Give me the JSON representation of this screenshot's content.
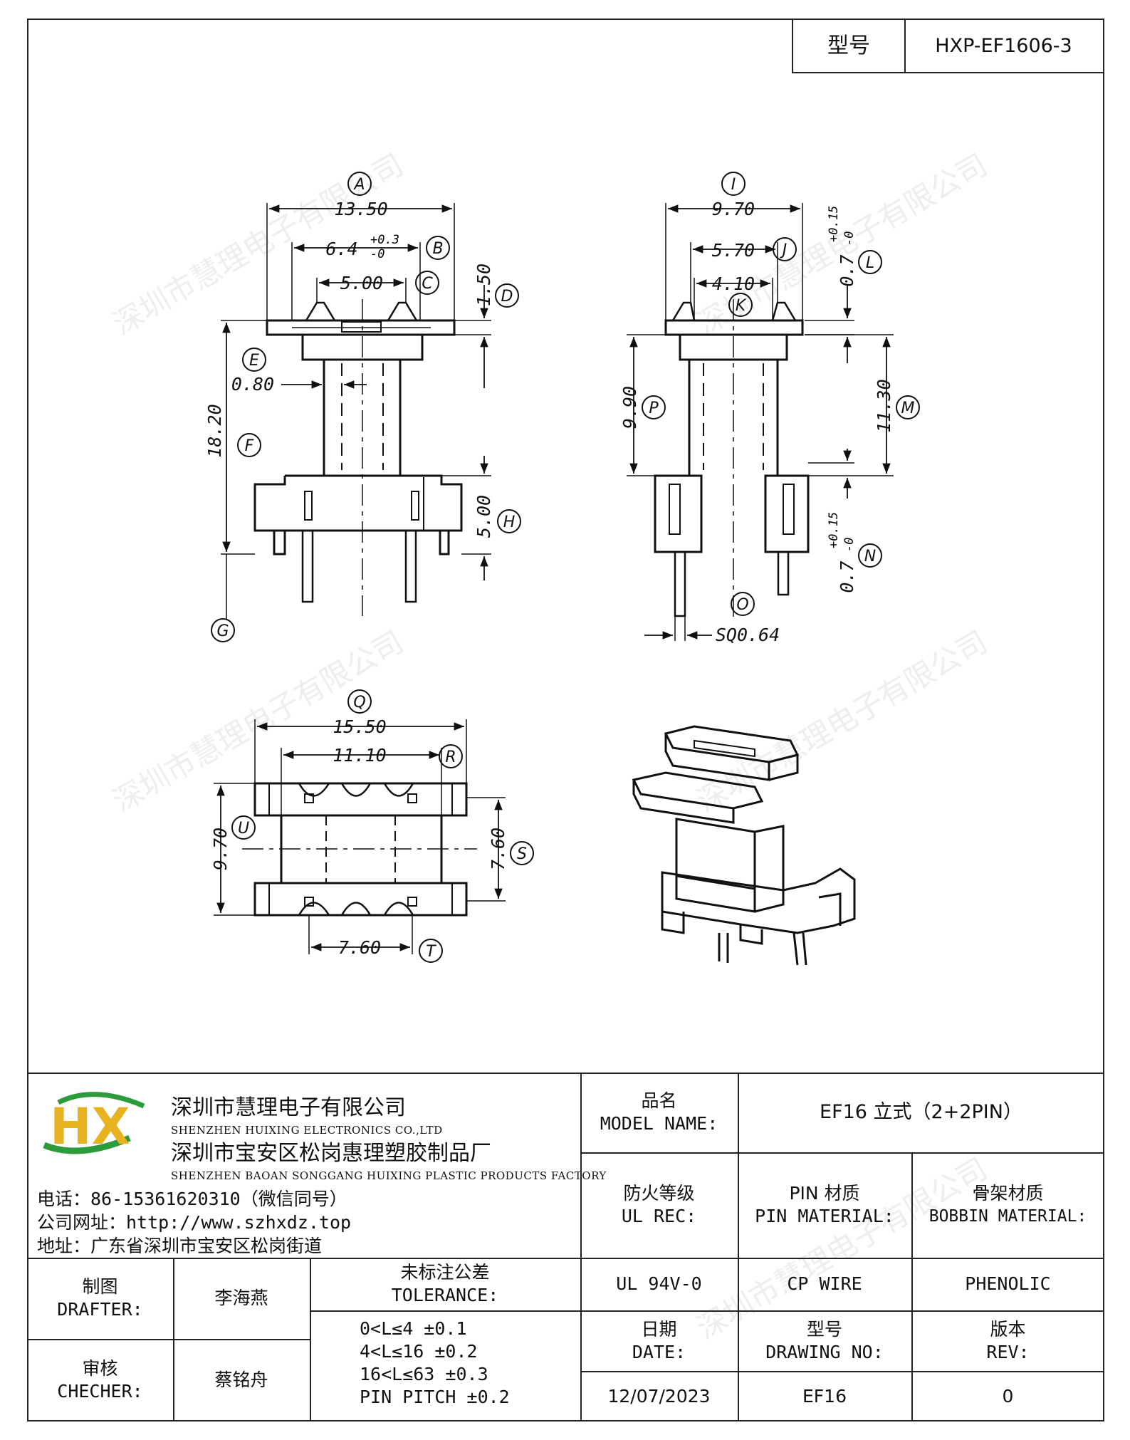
{
  "header": {
    "model_label": "型号",
    "model_value": "HXP-EF1606-3"
  },
  "watermark": "深圳市慧理电子有限公司",
  "drawing": {
    "view_front": {
      "A": {
        "letter": "A",
        "value": "13.50"
      },
      "B": {
        "letter": "B",
        "value": "6.4",
        "tol_plus": "+0.3",
        "tol_minus": "-0"
      },
      "C": {
        "letter": "C",
        "value": "5.00"
      },
      "D": {
        "letter": "D",
        "value": "1.50"
      },
      "E": {
        "letter": "E",
        "value": "0.80"
      },
      "F": {
        "letter": "F",
        "value": "18.20"
      },
      "G": {
        "letter": "G"
      },
      "H": {
        "letter": "H",
        "value": "5.00"
      }
    },
    "view_side": {
      "I": {
        "letter": "I",
        "value": "9.70"
      },
      "J": {
        "letter": "J",
        "value": "5.70"
      },
      "K": {
        "letter": "K",
        "value": "4.10"
      },
      "L": {
        "letter": "L",
        "value": "0.7",
        "tol_plus": "+0.15",
        "tol_minus": "-0"
      },
      "M": {
        "letter": "M",
        "value": "11.30"
      },
      "N": {
        "letter": "N",
        "value": "0.7",
        "tol_plus": "+0.15",
        "tol_minus": "-0"
      },
      "O": {
        "letter": "O",
        "value": "SQ0.64"
      },
      "P": {
        "letter": "P",
        "value": "9.90"
      }
    },
    "view_bottom": {
      "Q": {
        "letter": "Q",
        "value": "15.50"
      },
      "R": {
        "letter": "R",
        "value": "11.10"
      },
      "S": {
        "letter": "S",
        "value": "7.60"
      },
      "T": {
        "letter": "T",
        "value": "7.60"
      },
      "U": {
        "letter": "U",
        "value": "9.70"
      }
    }
  },
  "company": {
    "logo_text": "HX",
    "name_cn": "深圳市慧理电子有限公司",
    "name_en": "SHENZHEN HUIXING ELECTRONICS CO.,LTD",
    "factory_cn": "深圳市宝安区松岗惠理塑胶制品厂",
    "factory_en": "SHENZHEN BAOAN SONGGANG HUIXING PLASTIC PRODUCTS FACTORY",
    "phone": "电话：86-15361620310（微信同号）",
    "website": "公司网址：http://www.szhxdz.top",
    "address": "地址：广东省深圳市宝安区松岗街道"
  },
  "title_block": {
    "product_name_cn": "品名",
    "product_name_en": "MODEL NAME:",
    "product_name_value": "EF16 立式（2+2PIN）",
    "fire_cn": "防火等级",
    "fire_en": "UL REC:",
    "pin_cn": "PIN 材质",
    "pin_en": "PIN MATERIAL:",
    "bobbin_cn": "骨架材质",
    "bobbin_en": "BOBBIN MATERIAL:",
    "fire_value": "UL 94V-0",
    "pin_value": "CP WIRE",
    "bobbin_value": "PHENOLIC",
    "date_cn": "日期",
    "date_en": "DATE:",
    "drawing_no_cn": "型号",
    "drawing_no_en": "DRAWING NO:",
    "rev_cn": "版本",
    "rev_en": "REV:",
    "date_value": "12/07/2023",
    "drawing_no_value": "EF16",
    "rev_value": "0",
    "drafter_cn": "制图",
    "drafter_en": "DRAFTER:",
    "drafter_name": "李海燕",
    "checker_cn": "审核",
    "checker_en": "CHECHER:",
    "checker_name": "蔡铭舟",
    "tolerance_cn": "未标注公差",
    "tolerance_en": "TOLERANCE:",
    "tolerances": [
      "0<L≤4  ±0.1",
      "4<L≤16 ±0.2",
      "16<L≤63 ±0.3",
      "PIN PITCH ±0.2"
    ]
  }
}
